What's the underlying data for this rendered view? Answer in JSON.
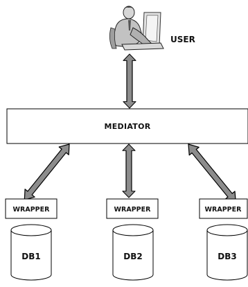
{
  "user": {
    "label": "USER"
  },
  "mediator": {
    "label": "MEDIATOR"
  },
  "wrappers": [
    {
      "label": "WRAPPER"
    },
    {
      "label": "WRAPPER"
    },
    {
      "label": "WRAPPER"
    }
  ],
  "databases": [
    {
      "label": "DB1"
    },
    {
      "label": "DB2"
    },
    {
      "label": "DB3"
    }
  ],
  "colors": {
    "arrow_fill": "#8c8c8c",
    "stroke": "#000000",
    "user_figure": "#bdbdbd"
  }
}
